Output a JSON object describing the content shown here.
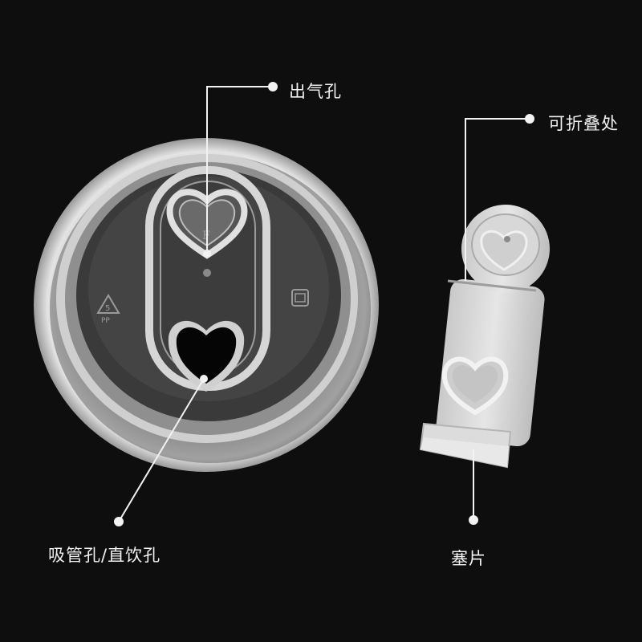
{
  "labels": {
    "vent_hole": "出气孔",
    "foldable_part": "可折叠处",
    "straw_hole": "吸管孔/直饮孔",
    "plug": "塞片"
  },
  "lid_marks": {
    "recycle_number": "5",
    "recycle_material": "PP",
    "tab_letter": "F"
  },
  "colors": {
    "background": "#0e0e0e",
    "plastic": "#d9d9d9",
    "leader_line": "#f2f2f2"
  }
}
